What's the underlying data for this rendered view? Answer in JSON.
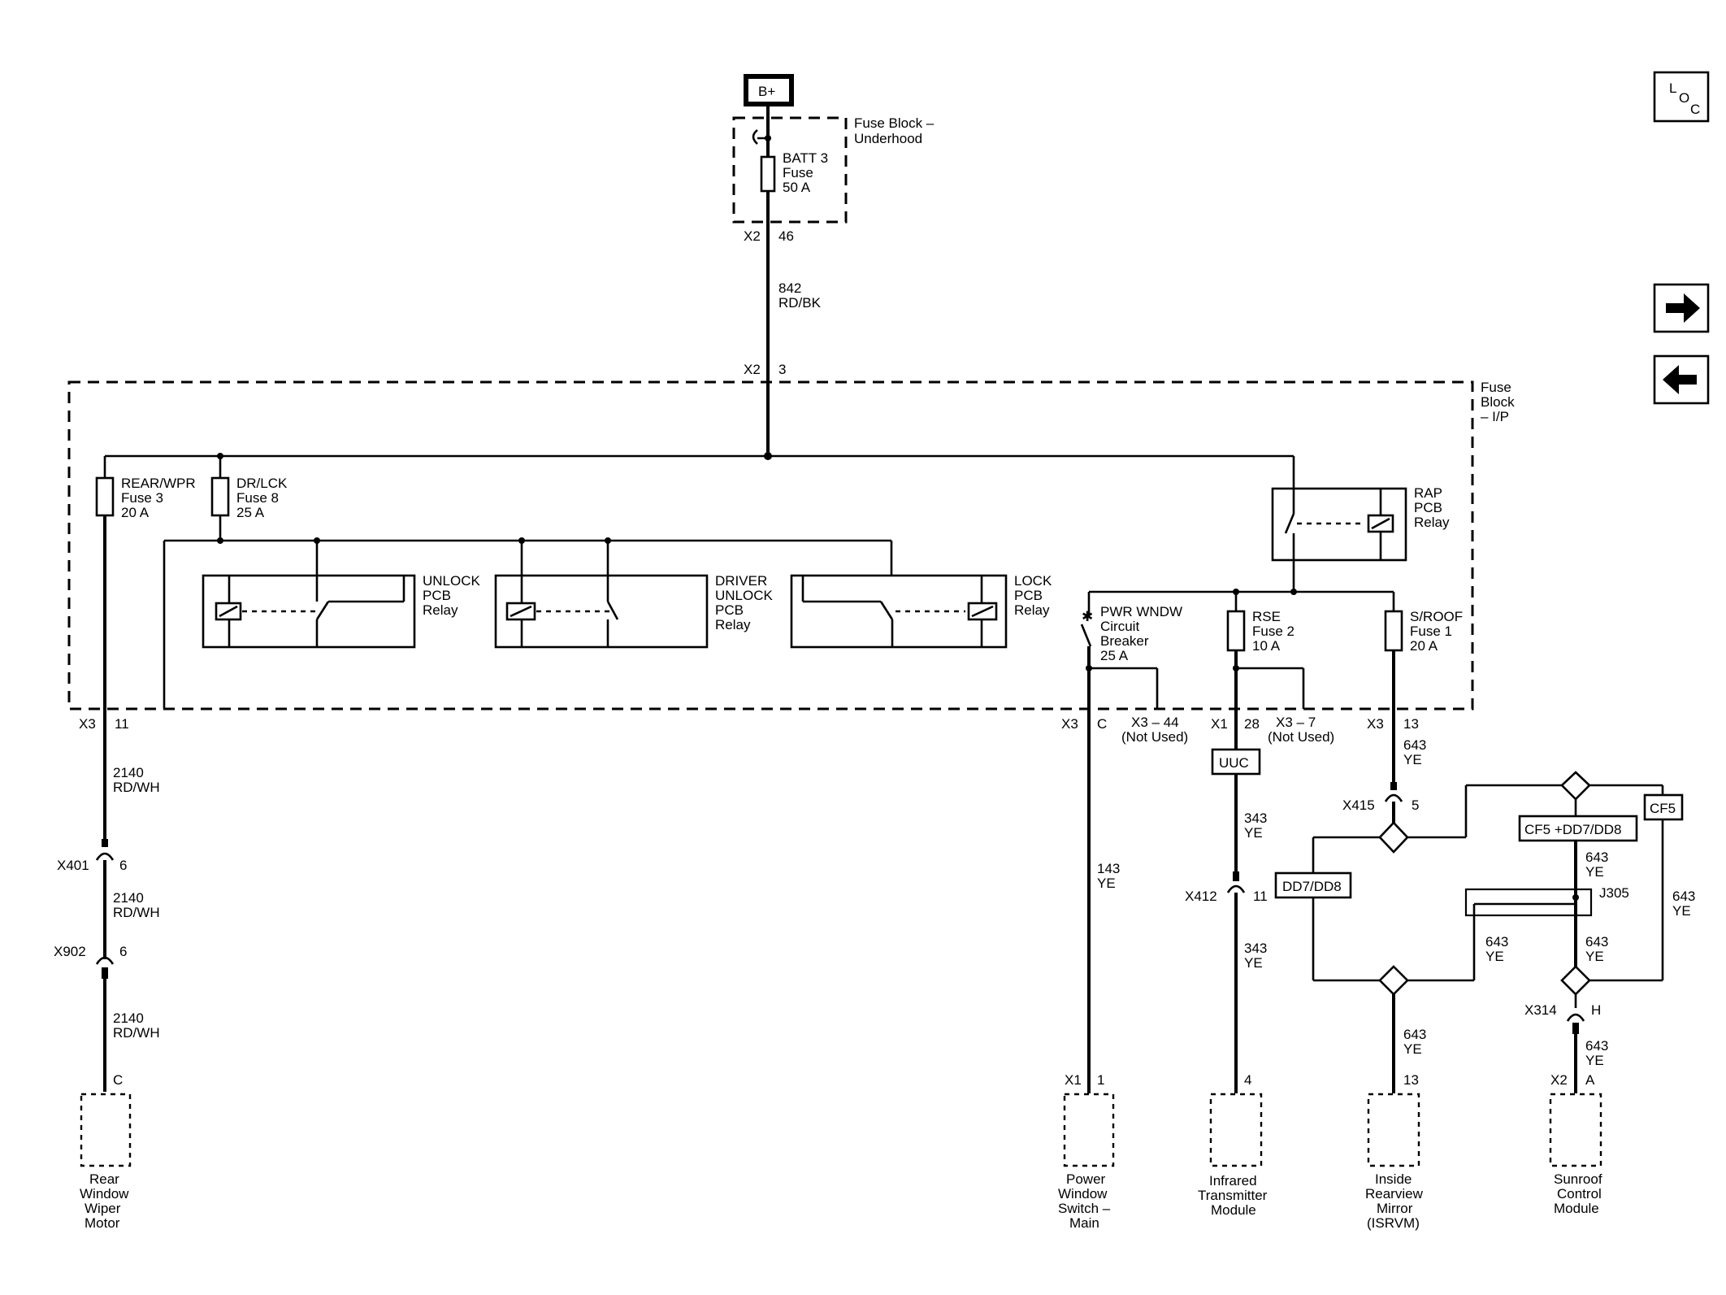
{
  "nav_buttons": {
    "loc": {
      "l": "L",
      "o": "O",
      "c": "C"
    },
    "next": "→",
    "prev": "←"
  },
  "power": {
    "b_plus": "B+"
  },
  "fuse_block_underhood": {
    "title": [
      "Fuse Block –",
      "Underhood"
    ],
    "fuse": [
      "BATT 3",
      "Fuse",
      "50 A"
    ],
    "conn": "X2",
    "pin": "46"
  },
  "feed_wire": {
    "circuit": "842",
    "color": "RD/BK",
    "conn": "X2",
    "pin": "3"
  },
  "fuse_block_ip": {
    "title": [
      "Fuse",
      "Block",
      "– I/P"
    ]
  },
  "fuses": {
    "rear_wpr": [
      "REAR/WPR",
      "Fuse 3",
      "20 A"
    ],
    "dr_lck": [
      "DR/LCK",
      "Fuse 8",
      "25 A"
    ],
    "rse": [
      "RSE",
      "Fuse 2",
      "10 A"
    ],
    "sroof": [
      "S/ROOF",
      "Fuse 1",
      "20 A"
    ]
  },
  "relays": {
    "unlock": [
      "UNLOCK",
      "PCB",
      "Relay"
    ],
    "driver_unlock": [
      "DRIVER",
      "UNLOCK",
      "PCB",
      "Relay"
    ],
    "lock": [
      "LOCK",
      "PCB",
      "Relay"
    ],
    "rap": [
      "RAP",
      "PCB",
      "Relay"
    ]
  },
  "breaker": [
    "PWR WNDW",
    "Circuit",
    "Breaker",
    "25 A"
  ],
  "connectors": {
    "x3_11": {
      "conn": "X3",
      "pin": "11"
    },
    "x3_c": {
      "conn": "X3",
      "pin": "C"
    },
    "x3_44": [
      "X3 – 44",
      "(Not Used)"
    ],
    "x1_28": {
      "conn": "X1",
      "pin": "28"
    },
    "x3_7": [
      "X3 – 7",
      "(Not Used)"
    ],
    "x3_13": {
      "conn": "X3",
      "pin": "13"
    },
    "x401": {
      "conn": "X401",
      "pin": "6"
    },
    "x902": {
      "conn": "X902",
      "pin": "6"
    },
    "x415": {
      "conn": "X415",
      "pin": "5"
    },
    "x412": {
      "conn": "X412",
      "pin": "11"
    },
    "x314": {
      "conn": "X314",
      "pin": "H"
    },
    "j305": "J305"
  },
  "wires": {
    "w2140_a": [
      "2140",
      "RD/WH"
    ],
    "w2140_b": [
      "2140",
      "RD/WH"
    ],
    "w2140_c": [
      "2140",
      "RD/WH"
    ],
    "w143": [
      "143",
      "YE"
    ],
    "w343_a": [
      "343",
      "YE"
    ],
    "w343_b": [
      "343",
      "YE"
    ],
    "w643_top": [
      "643",
      "YE"
    ],
    "w643_cf5dd": [
      "643",
      "YE"
    ],
    "w643_right": [
      "643",
      "YE"
    ],
    "w643_j305": [
      "643",
      "YE"
    ],
    "w643_j305b": [
      "643",
      "YE"
    ],
    "w643_mirror": [
      "643",
      "YE"
    ],
    "w643_sunroof": [
      "643",
      "YE"
    ]
  },
  "option_tags": {
    "uuc": "UUC",
    "dd7dd8": "DD7/DD8",
    "cf5dd": "CF5 +DD7/DD8",
    "cf5": "CF5"
  },
  "components": {
    "rear_wiper": {
      "pin": "C",
      "name": [
        "Rear",
        "Window",
        "Wiper",
        "Motor"
      ]
    },
    "pwr_window": {
      "conn": "X1",
      "pin": "1",
      "name": [
        "Power",
        "Window",
        "Switch –",
        "Main"
      ]
    },
    "ir_transmitter": {
      "pin": "4",
      "name": [
        "Infrared",
        "Transmitter",
        "Module"
      ]
    },
    "mirror": {
      "pin": "13",
      "name": [
        "Inside",
        "Rearview",
        "Mirror",
        "(ISRVM)"
      ]
    },
    "sunroof": {
      "conn": "X2",
      "pin": "A",
      "name": [
        "Sunroof",
        "Control",
        "Module"
      ]
    }
  }
}
